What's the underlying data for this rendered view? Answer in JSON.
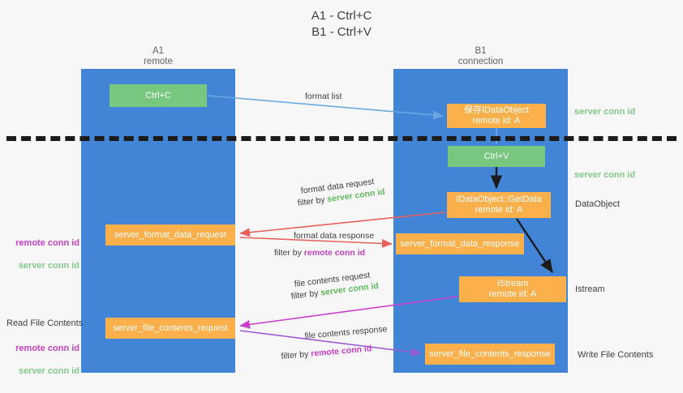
{
  "title": "A1 - Ctrl+C\nB1 - Ctrl+V",
  "lanes": {
    "a": {
      "header": "A1\nremote"
    },
    "b": {
      "header": "B1\nconnection"
    }
  },
  "nodes": {
    "ctrl_c": "Ctrl+C",
    "save_idataobject": "保存IDataObject\nremote id: A",
    "ctrl_v": "Ctrl+V",
    "getdata": "IDataObject::GetData\nremote id: A",
    "format_data_request": "server_format_data_request",
    "format_data_response": "server_format_data_response",
    "istream": "IStream\nremote id: A",
    "file_contents_request": "server_file_contents_request",
    "file_contents_response": "server_file_contents_response"
  },
  "edge_labels": {
    "format_list": "format list",
    "format_data_request": "format data request",
    "format_data_request_filter_prefix": "filter by ",
    "format_data_request_filter_token": "server conn id",
    "format_data_response": "format data response",
    "format_data_response_filter_prefix": "filter by ",
    "format_data_response_filter_token": "remote conn id",
    "file_contents_request": "file contents request",
    "file_contents_request_filter_prefix": "filter by ",
    "file_contents_request_filter_token": "server conn id",
    "file_contents_response": "file contents response",
    "file_contents_response_filter_prefix": "filter by ",
    "file_contents_response_filter_token": "remote conn id"
  },
  "annotations": {
    "server_conn_id_top": "server conn id",
    "server_conn_id_mid": "server conn id",
    "dataobject": "DataObject",
    "istream": "Istream",
    "write_file_contents": "Write File Contents",
    "read_file_contents": "Read File Contents",
    "remote_conn_id": "remote conn id",
    "server_conn_id": "server conn id"
  },
  "colors": {
    "lane": "#4285d6",
    "green_node": "#78c77e",
    "orange_node": "#fbb04b",
    "server_conn_id": "#5cb85c",
    "remote_conn_id": "#c640c6",
    "arrow_blue": "#6aa9e0",
    "arrow_red": "#e8605a",
    "arrow_pink": "#cc3fcc",
    "arrow_purple": "#9b59d0",
    "arrow_black": "#1b1b1b",
    "background": "#f7f7f7"
  }
}
